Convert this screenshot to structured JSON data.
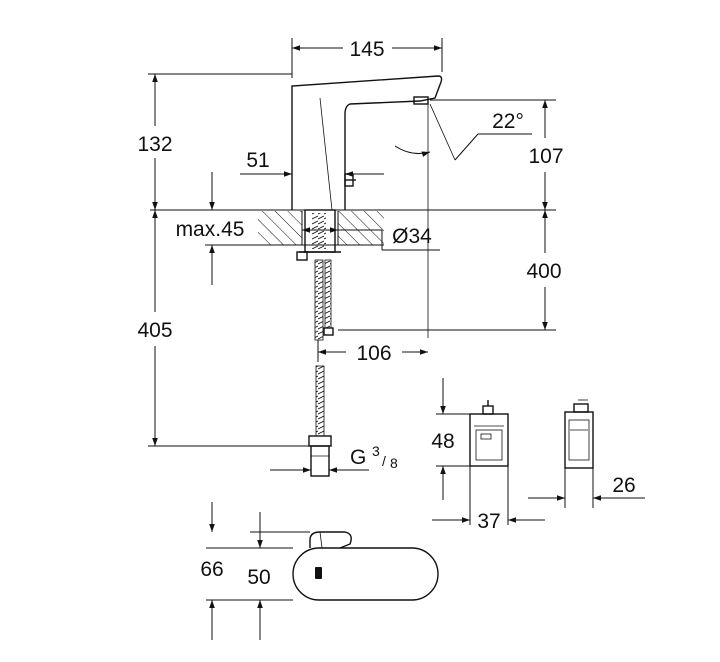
{
  "dimensions": {
    "spout_width": "145",
    "spout_height": "132",
    "body_width": "51",
    "angle": "22°",
    "outlet_height": "107",
    "max_thickness": "max.45",
    "hole_diameter": "Ø34",
    "hose_depth": "400",
    "overall_depth": "405",
    "reach": "106",
    "box_height": "48",
    "box_width": "37",
    "box_depth": "26",
    "plan_depth": "66",
    "plan_width": "50"
  },
  "thread": {
    "prefix": "G",
    "numerator": "3",
    "denominator": "8"
  }
}
